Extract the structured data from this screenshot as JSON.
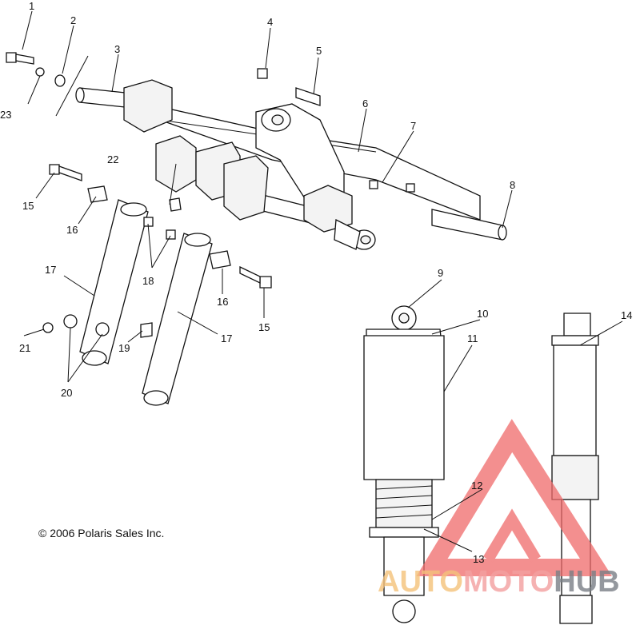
{
  "diagram": {
    "callouts": [
      {
        "id": "c1",
        "text": "1"
      },
      {
        "id": "c2",
        "text": "2"
      },
      {
        "id": "c3",
        "text": "3"
      },
      {
        "id": "c4",
        "text": "4"
      },
      {
        "id": "c5",
        "text": "5"
      },
      {
        "id": "c6",
        "text": "6"
      },
      {
        "id": "c7",
        "text": "7"
      },
      {
        "id": "c8",
        "text": "8"
      },
      {
        "id": "c9",
        "text": "9"
      },
      {
        "id": "c10",
        "text": "10"
      },
      {
        "id": "c11",
        "text": "11"
      },
      {
        "id": "c12",
        "text": "12"
      },
      {
        "id": "c13",
        "text": "13"
      },
      {
        "id": "c14",
        "text": "14"
      },
      {
        "id": "c15a",
        "text": "15"
      },
      {
        "id": "c15b",
        "text": "15"
      },
      {
        "id": "c16a",
        "text": "16"
      },
      {
        "id": "c16b",
        "text": "16"
      },
      {
        "id": "c17a",
        "text": "17"
      },
      {
        "id": "c17b",
        "text": "17"
      },
      {
        "id": "c18",
        "text": "18"
      },
      {
        "id": "c19",
        "text": "19"
      },
      {
        "id": "c20",
        "text": "20"
      },
      {
        "id": "c21",
        "text": "21"
      },
      {
        "id": "c22",
        "text": "22"
      },
      {
        "id": "c23",
        "text": "23"
      }
    ],
    "copyright": "© 2006 Polaris Sales Inc."
  },
  "watermark": {
    "text_part1": "AUTO",
    "text_part2": "MOTO",
    "text_part3": "HUB",
    "colors": {
      "auto": "#f5c27a",
      "moto": "#f3a0a0",
      "hub": "#7a7f86",
      "logo": "#f06a6a"
    }
  }
}
